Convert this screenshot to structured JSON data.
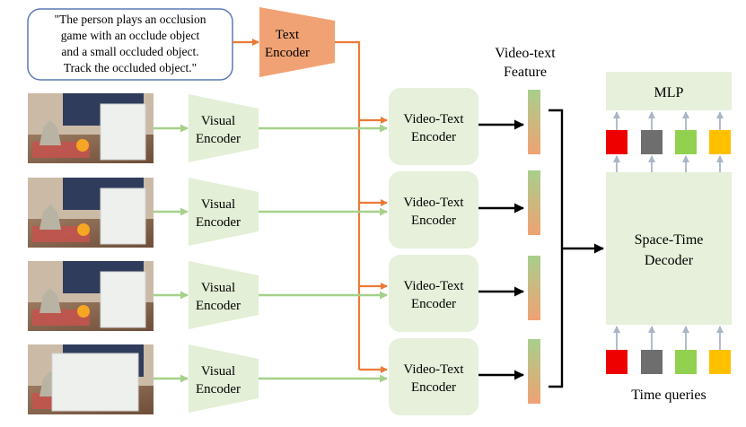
{
  "prompt": {
    "lines": [
      "\"The person plays an occlusion",
      "game with an occlude object",
      "and a small occluded object.",
      "Track the occluded object.\""
    ]
  },
  "text_encoder": {
    "lines": [
      "Text",
      "Encoder"
    ]
  },
  "visual_encoder": {
    "lines": [
      "Visual",
      "Encoder"
    ]
  },
  "video_text_encoder": {
    "lines": [
      "Video-Text",
      "Encoder"
    ]
  },
  "feature_label": {
    "lines": [
      "Video-text",
      "Feature"
    ]
  },
  "mlp": {
    "label": "MLP"
  },
  "decoder": {
    "lines": [
      "Space-Time",
      "Decoder"
    ]
  },
  "time_queries": {
    "label": "Time queries"
  },
  "frames_count": 4,
  "colors": {
    "text_encoder": "#F0A274",
    "text_arrow": "#EC7A35",
    "visual_encoder": "#E3EFD6",
    "visual_arrow": "#A6D18A",
    "vt_box": "#E6F0DA",
    "mlp_box": "#E6F0DA",
    "decoder_box": "#E6F0DA",
    "up_arrow": "#A9B6C6",
    "prompt_border": "#5B79B6",
    "feature_top": "#A8CF8C",
    "feature_bottom": "#F0A274",
    "query_colors": [
      "#EE0000",
      "#6E6E6E",
      "#92D050",
      "#FFC000"
    ]
  }
}
